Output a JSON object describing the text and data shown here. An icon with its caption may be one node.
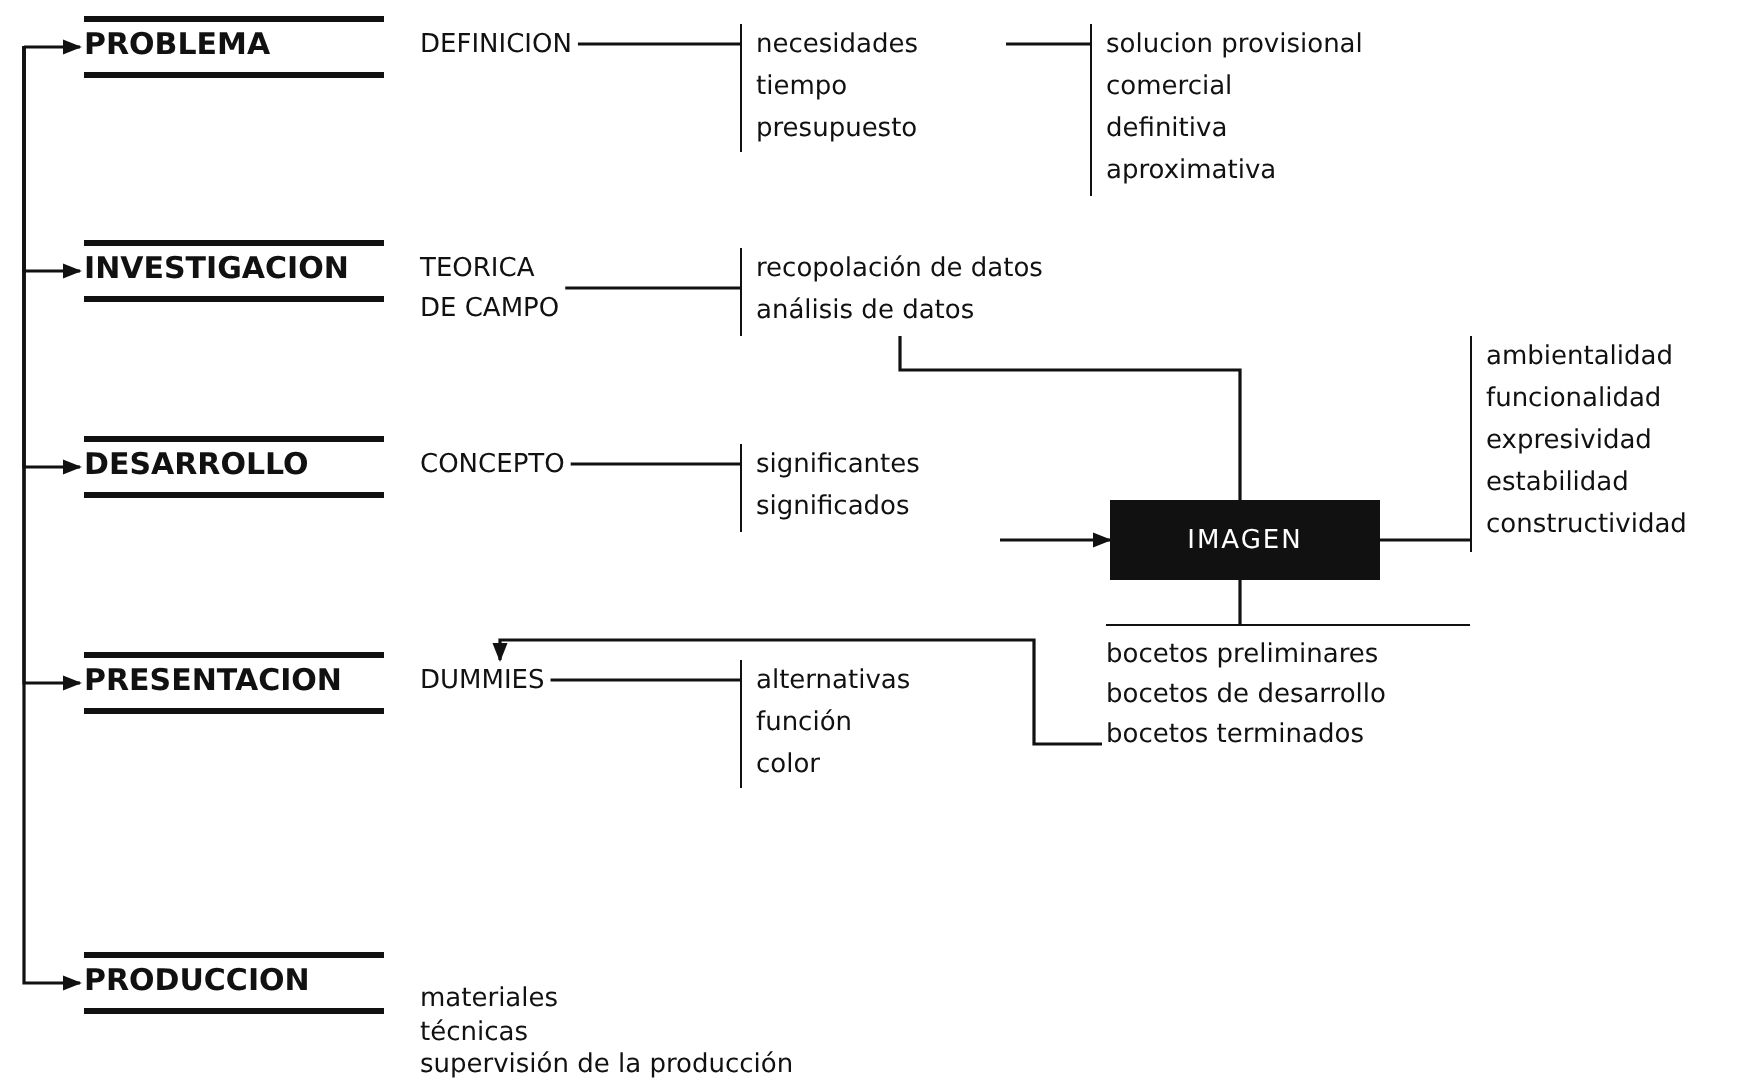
{
  "diagram": {
    "nodes": [
      {
        "text": [
          "PROBLEMA"
        ]
      },
      {
        "text": [
          "DEFINICION"
        ]
      },
      {
        "text": [
          "necesidades",
          "tiempo",
          "presupuesto"
        ]
      },
      {
        "text": [
          "solucion provisional",
          "comercial",
          "definitiva",
          "aproximativa"
        ]
      },
      {
        "text": [
          "INVESTIGACION"
        ]
      },
      {
        "text": [
          "TEORICA",
          "DE CAMPO"
        ]
      },
      {
        "text": [
          "recopolación de datos",
          "análisis de datos"
        ]
      },
      {
        "text": [
          "DESARROLLO"
        ]
      },
      {
        "text": [
          "CONCEPTO"
        ]
      },
      {
        "text": [
          "significantes",
          "significados"
        ]
      },
      {
        "text": [
          "IMAGEN"
        ]
      },
      {
        "text": [
          "ambientalidad",
          "funcionalidad",
          "expresividad",
          "estabilidad",
          "constructividad"
        ]
      },
      {
        "text": [
          "bocetos preliminares",
          "bocetos de desarrollo",
          "bocetos terminados"
        ]
      },
      {
        "text": [
          "PRESENTACION"
        ]
      },
      {
        "text": [
          "DUMMIES"
        ]
      },
      {
        "text": [
          "alternativas",
          "función",
          "color"
        ]
      },
      {
        "text": [
          "PRODUCCION"
        ]
      }
    ],
    "edges": [
      {
        "from": null,
        "to": 0,
        "arrow": "to"
      },
      {
        "from": null,
        "to": 4,
        "arrow": "to"
      },
      {
        "from": null,
        "to": 7,
        "arrow": "to"
      },
      {
        "from": null,
        "to": 13,
        "arrow": "to"
      },
      {
        "from": null,
        "to": 16,
        "arrow": "to"
      },
      {
        "from": 1,
        "to": 2,
        "arrow": "none"
      },
      {
        "from": 2,
        "to": 3,
        "arrow": "none"
      },
      {
        "from": 5,
        "to": 6,
        "arrow": "none"
      },
      {
        "from": 8,
        "to": 9,
        "arrow": "none"
      },
      {
        "from": 6,
        "to": 10,
        "arrow": "none"
      },
      {
        "from": 9,
        "to": 10,
        "arrow": "to"
      },
      {
        "from": 10,
        "to": 11,
        "arrow": "none"
      },
      {
        "from": 10,
        "to": 12,
        "arrow": "none"
      },
      {
        "from": 12,
        "to": 14,
        "arrow": "to"
      },
      {
        "from": 14,
        "to": 15,
        "arrow": "none"
      }
    ],
    "labels": [
      "materiales",
      "técnicas",
      "supervisión de la producción"
    ]
  }
}
